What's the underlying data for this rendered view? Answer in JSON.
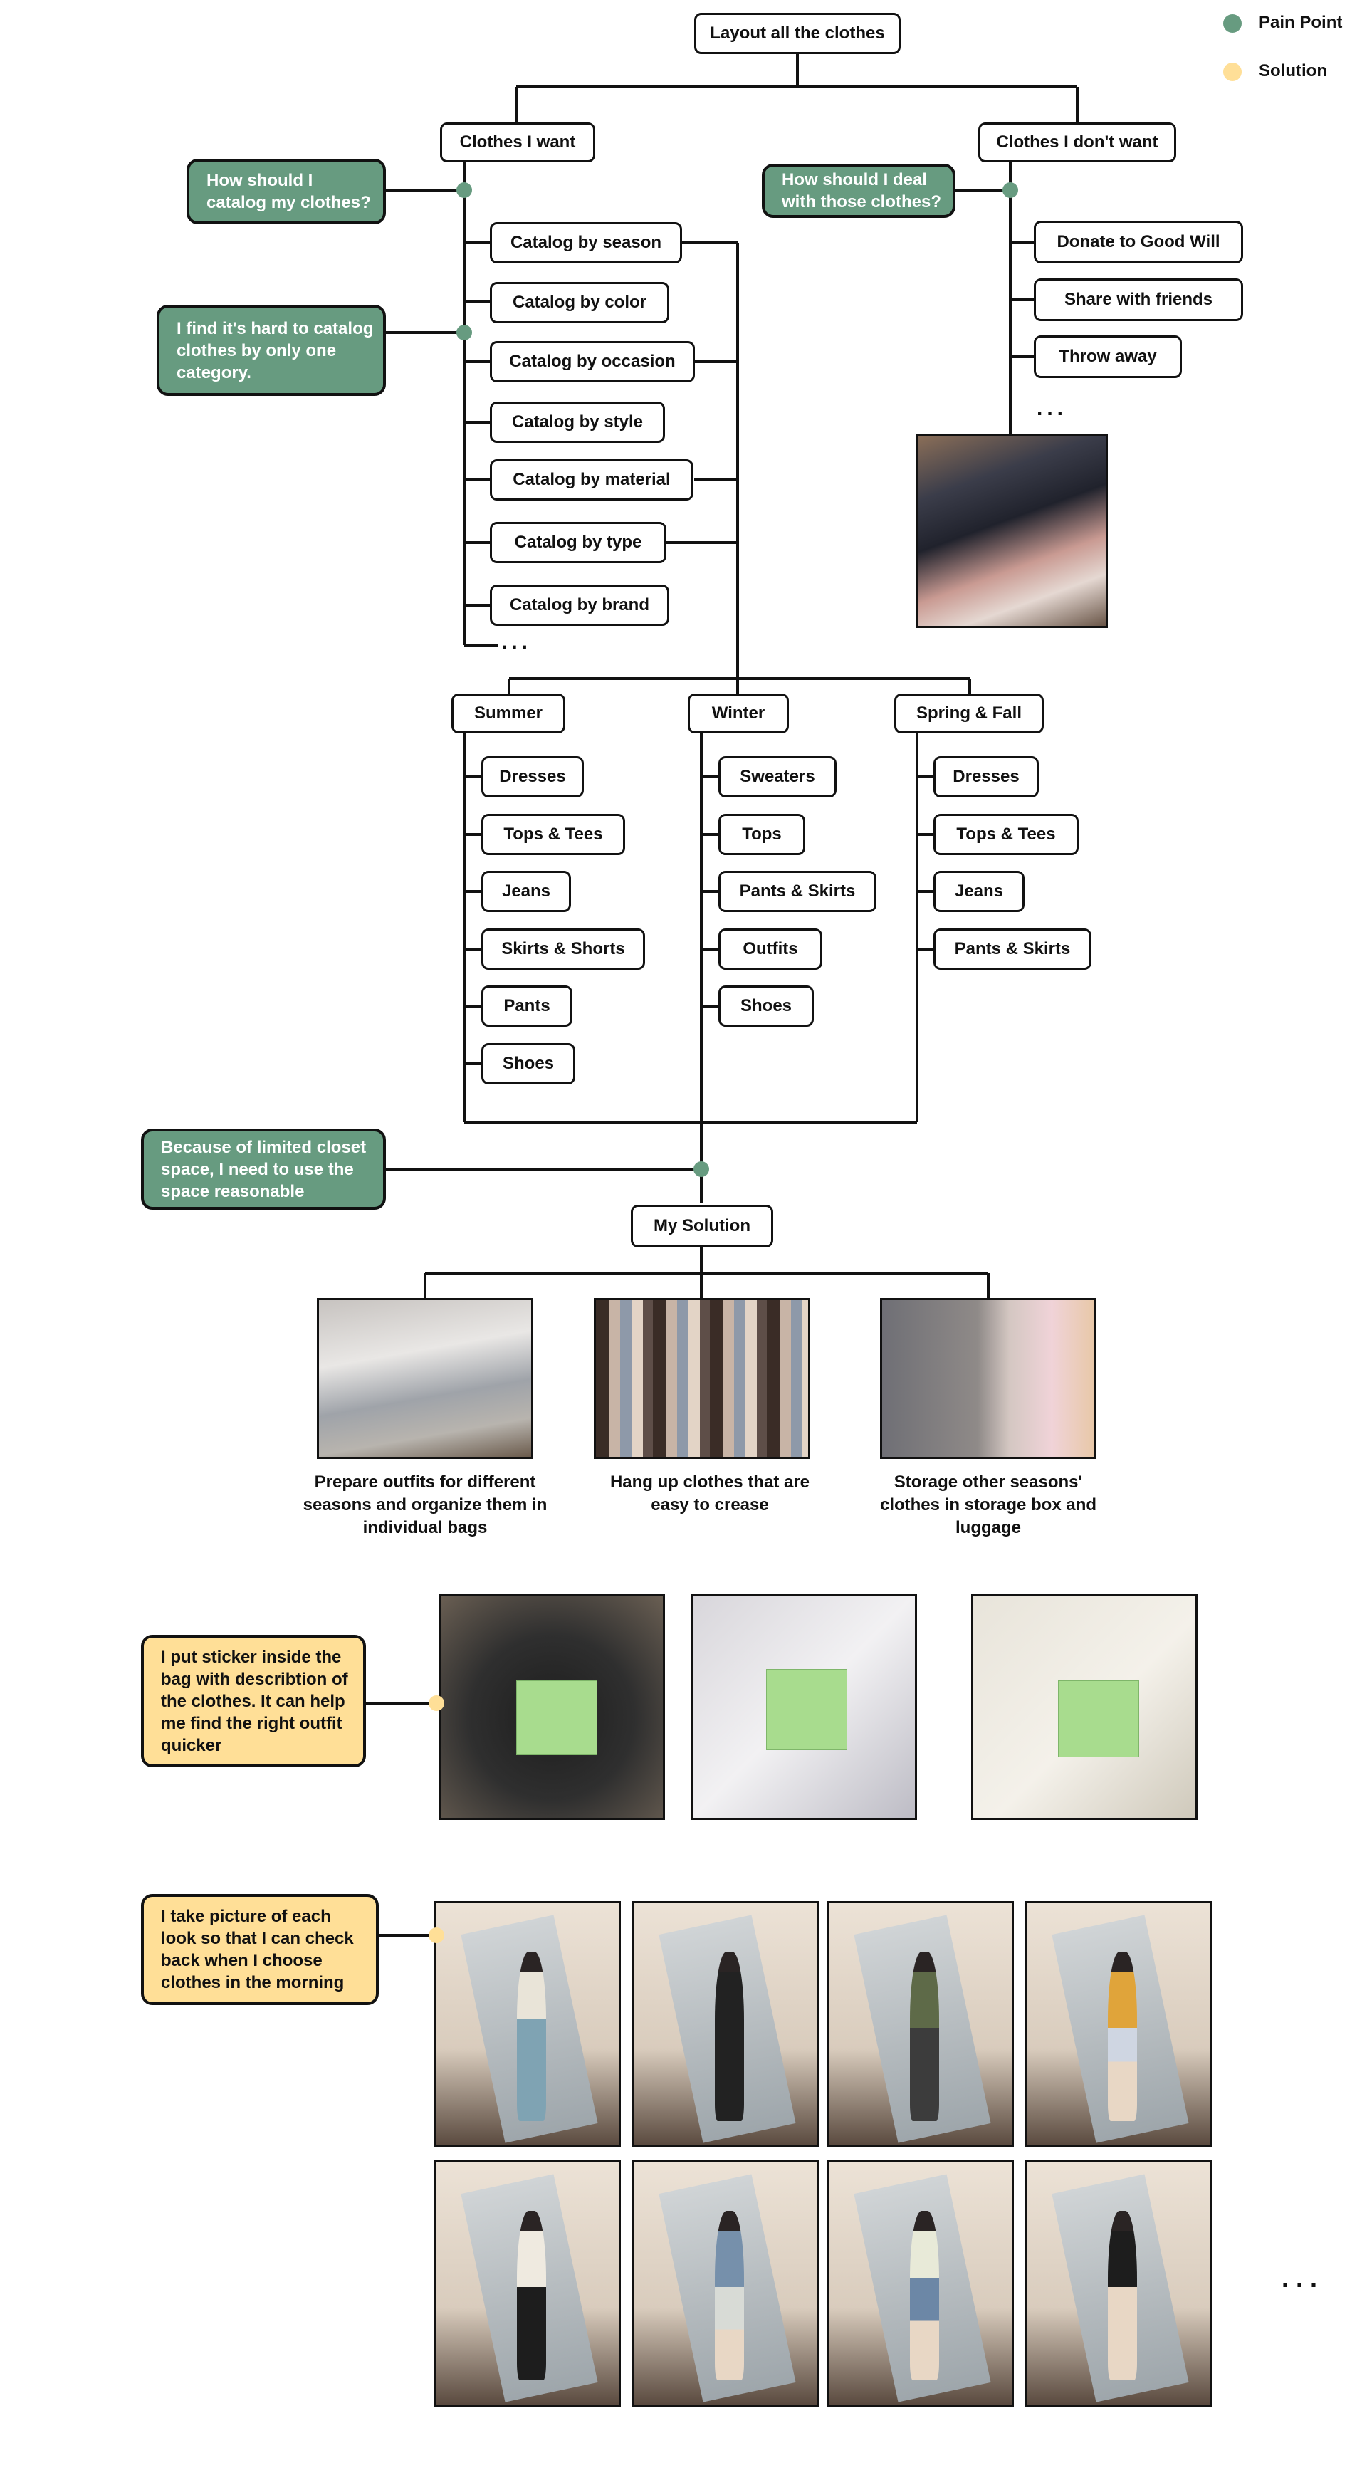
{
  "legend": {
    "pain_label": "Pain Point",
    "solution_label": "Solution",
    "pain_color": "#679b80",
    "solution_color": "#ffdf97"
  },
  "root": "Layout all the clothes",
  "want": {
    "title": "Clothes I want",
    "question": "How should I catalog my clothes?",
    "pain": "I find it's hard to catalog clothes by only one category.",
    "methods": [
      "Catalog by season",
      "Catalog by color",
      "Catalog by occasion",
      "Catalog by style",
      "Catalog by material",
      "Catalog by type",
      "Catalog by brand"
    ],
    "ellipsis": "..."
  },
  "dont_want": {
    "title": "Clothes I don't want",
    "question": "How should I deal with those clothes?",
    "options": [
      "Donate to Good Will",
      "Share with friends",
      "Throw away"
    ],
    "ellipsis": "..."
  },
  "seasons": [
    {
      "name": "Summer",
      "items": [
        "Dresses",
        "Tops & Tees",
        "Jeans",
        "Skirts & Shorts",
        "Pants",
        "Shoes"
      ]
    },
    {
      "name": "Winter",
      "items": [
        "Sweaters",
        "Tops",
        "Pants & Skirts",
        "Outfits",
        "Shoes"
      ]
    },
    {
      "name": "Spring & Fall",
      "items": [
        "Dresses",
        "Tops & Tees",
        "Jeans",
        "Pants & Skirts"
      ]
    }
  ],
  "space_pain": "Because of limited closet space, I need to use the space reasonable",
  "solution": {
    "title": "My Solution",
    "captions": [
      "Prepare outfits for different seasons and organize them in individual bags",
      "Hang up clothes that are easy to crease",
      "Storage other seasons' clothes in storage box and luggage"
    ]
  },
  "sticker_solution": "I  put sticker inside the bag with describtion of the clothes. It can help me find the right outfit quicker",
  "photo_solution": "I take picture of each look so that I can check back when I choose clothes in the morning",
  "gallery_ellipsis": "..."
}
